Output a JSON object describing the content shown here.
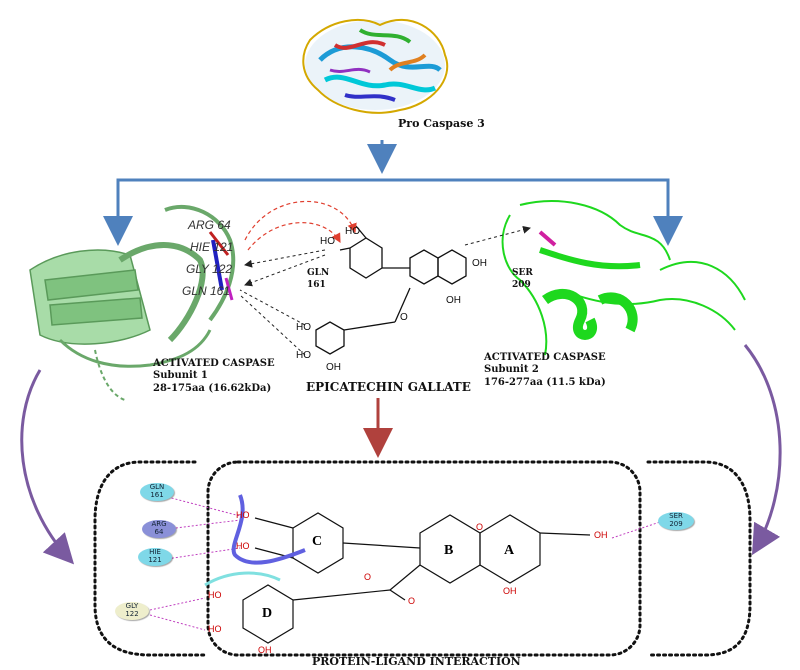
{
  "top_protein": {
    "label": "Pro Caspase 3"
  },
  "subunit1": {
    "title": "ACTIVATED CASPASE",
    "name": "Subunit 1",
    "range": "28-175aa (16.62kDa)",
    "residues": [
      "ARG 64",
      "HIE 121",
      "GLY 122",
      "GLN 161"
    ]
  },
  "subunit2": {
    "title": "ACTIVATED CASPASE",
    "name": "Subunit 2",
    "range": "176-277aa (11.5 kDa)"
  },
  "ligand": {
    "name": "EPICATECHIN GALLATE",
    "gln_label": "GLN",
    "gln_num": "161",
    "ser_label": "SER",
    "ser_num": "209",
    "hydroxyl": "HO",
    "hydroxyl_r": "OH",
    "oxygen": "O"
  },
  "interaction": {
    "title": "PROTEIN-LIGAND INTERACTION",
    "rings": [
      "A",
      "B",
      "C",
      "D"
    ],
    "residue_pills": [
      {
        "name": "GLN",
        "num": "161",
        "color": "#7fd8e8"
      },
      {
        "name": "ARG",
        "num": "64",
        "color": "#8a90d8"
      },
      {
        "name": "HIE",
        "num": "121",
        "color": "#7fd8e8"
      },
      {
        "name": "GLY",
        "num": "122",
        "color": "#eeeecc"
      },
      {
        "name": "SER",
        "num": "209",
        "color": "#7fd8e8"
      }
    ],
    "ring_atoms": [
      "HO",
      "HO",
      "HO",
      "HO",
      "OH",
      "OH",
      "OH",
      "O",
      "O",
      "O"
    ]
  },
  "colors": {
    "blue_arrow": "#4f81bd",
    "red_arrow": "#c0504d",
    "purple_arrow": "#7a5aa0",
    "subunit1": "#8fcf8f",
    "subunit2": "#1ed81e"
  }
}
